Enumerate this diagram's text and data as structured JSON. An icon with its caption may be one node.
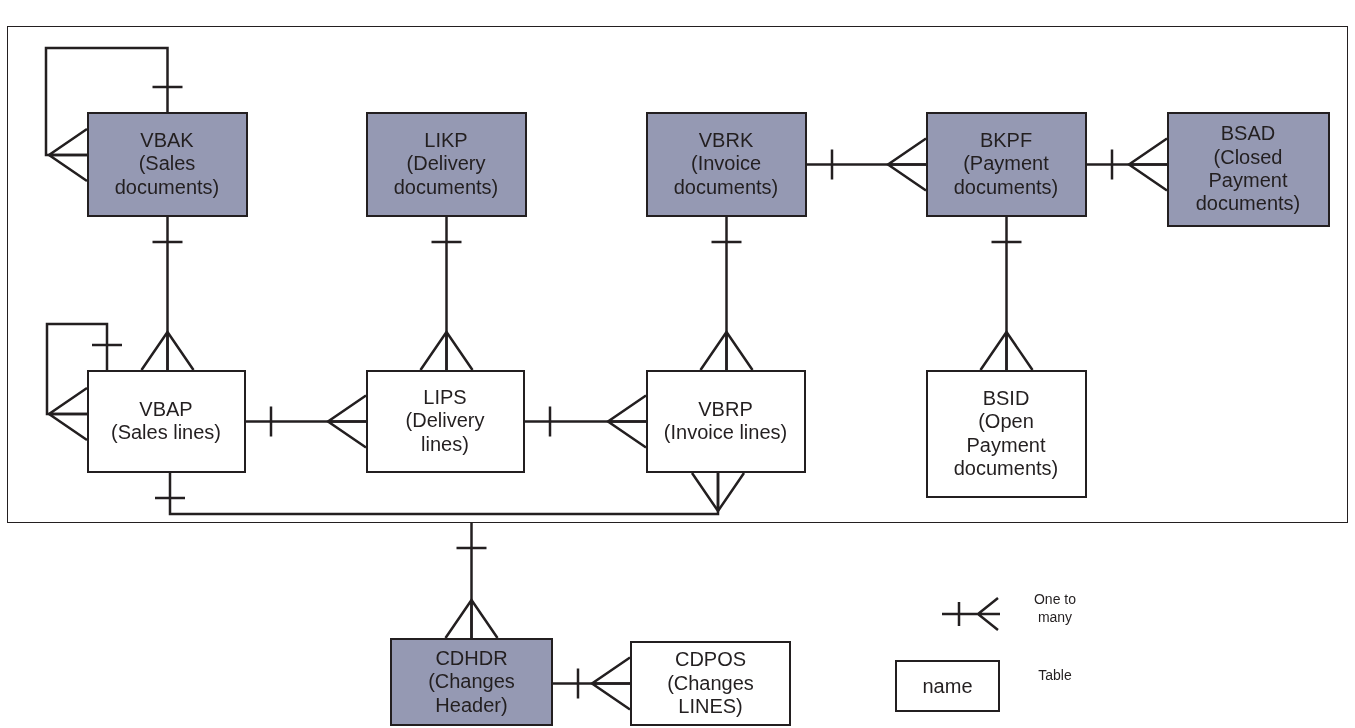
{
  "diagram": {
    "nodes": [
      {
        "text": [],
        "shape": "box"
      },
      {
        "text": [
          "VBAK",
          "(Sales documents)"
        ],
        "in": 0
      },
      {
        "text": [
          "LIKP",
          "(Delivery documents)"
        ],
        "in": 0
      },
      {
        "text": [
          "VBRK",
          "(Invoice documents)"
        ],
        "in": 0
      },
      {
        "text": [
          "BKPF",
          "(Payment documents)"
        ],
        "in": 0
      },
      {
        "text": [
          "BSAD",
          "(Closed Payment documents)"
        ],
        "in": 0
      },
      {
        "text": [
          "VBAP",
          "(Sales lines)"
        ],
        "in": 0
      },
      {
        "text": [
          "LIPS",
          "(Delivery lines)"
        ],
        "in": 0
      },
      {
        "text": [
          "VBRP",
          "(Invoice lines)"
        ],
        "in": 0
      },
      {
        "text": [
          "BSID",
          "(Open Payment documents)"
        ],
        "in": 0
      },
      {
        "text": [
          "CDHDR",
          "(Changes Header)"
        ]
      },
      {
        "text": [
          "CDPOS",
          "(Changes LINES)"
        ]
      }
    ],
    "edges": [
      {
        "from": 1,
        "to": 1,
        "arrow": "other"
      },
      {
        "from": 1,
        "to": 6,
        "arrow": "other"
      },
      {
        "from": 2,
        "to": 7,
        "arrow": "other"
      },
      {
        "from": 3,
        "to": 8,
        "arrow": "other"
      },
      {
        "from": 3,
        "to": 4,
        "arrow": "other"
      },
      {
        "from": 4,
        "to": 5,
        "arrow": "other"
      },
      {
        "from": 4,
        "to": 9,
        "arrow": "other"
      },
      {
        "from": 6,
        "to": 6,
        "arrow": "other"
      },
      {
        "from": 6,
        "to": 7,
        "arrow": "other"
      },
      {
        "from": 7,
        "to": 8,
        "arrow": "other"
      },
      {
        "from": 6,
        "to": 8,
        "arrow": "other"
      },
      {
        "from": 0,
        "to": 10,
        "arrow": "other"
      },
      {
        "from": 10,
        "to": 11,
        "arrow": "other"
      }
    ],
    "labels": [
      "name"
    ],
    "legend": [
      {
        "text": "One to many"
      },
      {
        "text": "Table"
      }
    ]
  }
}
